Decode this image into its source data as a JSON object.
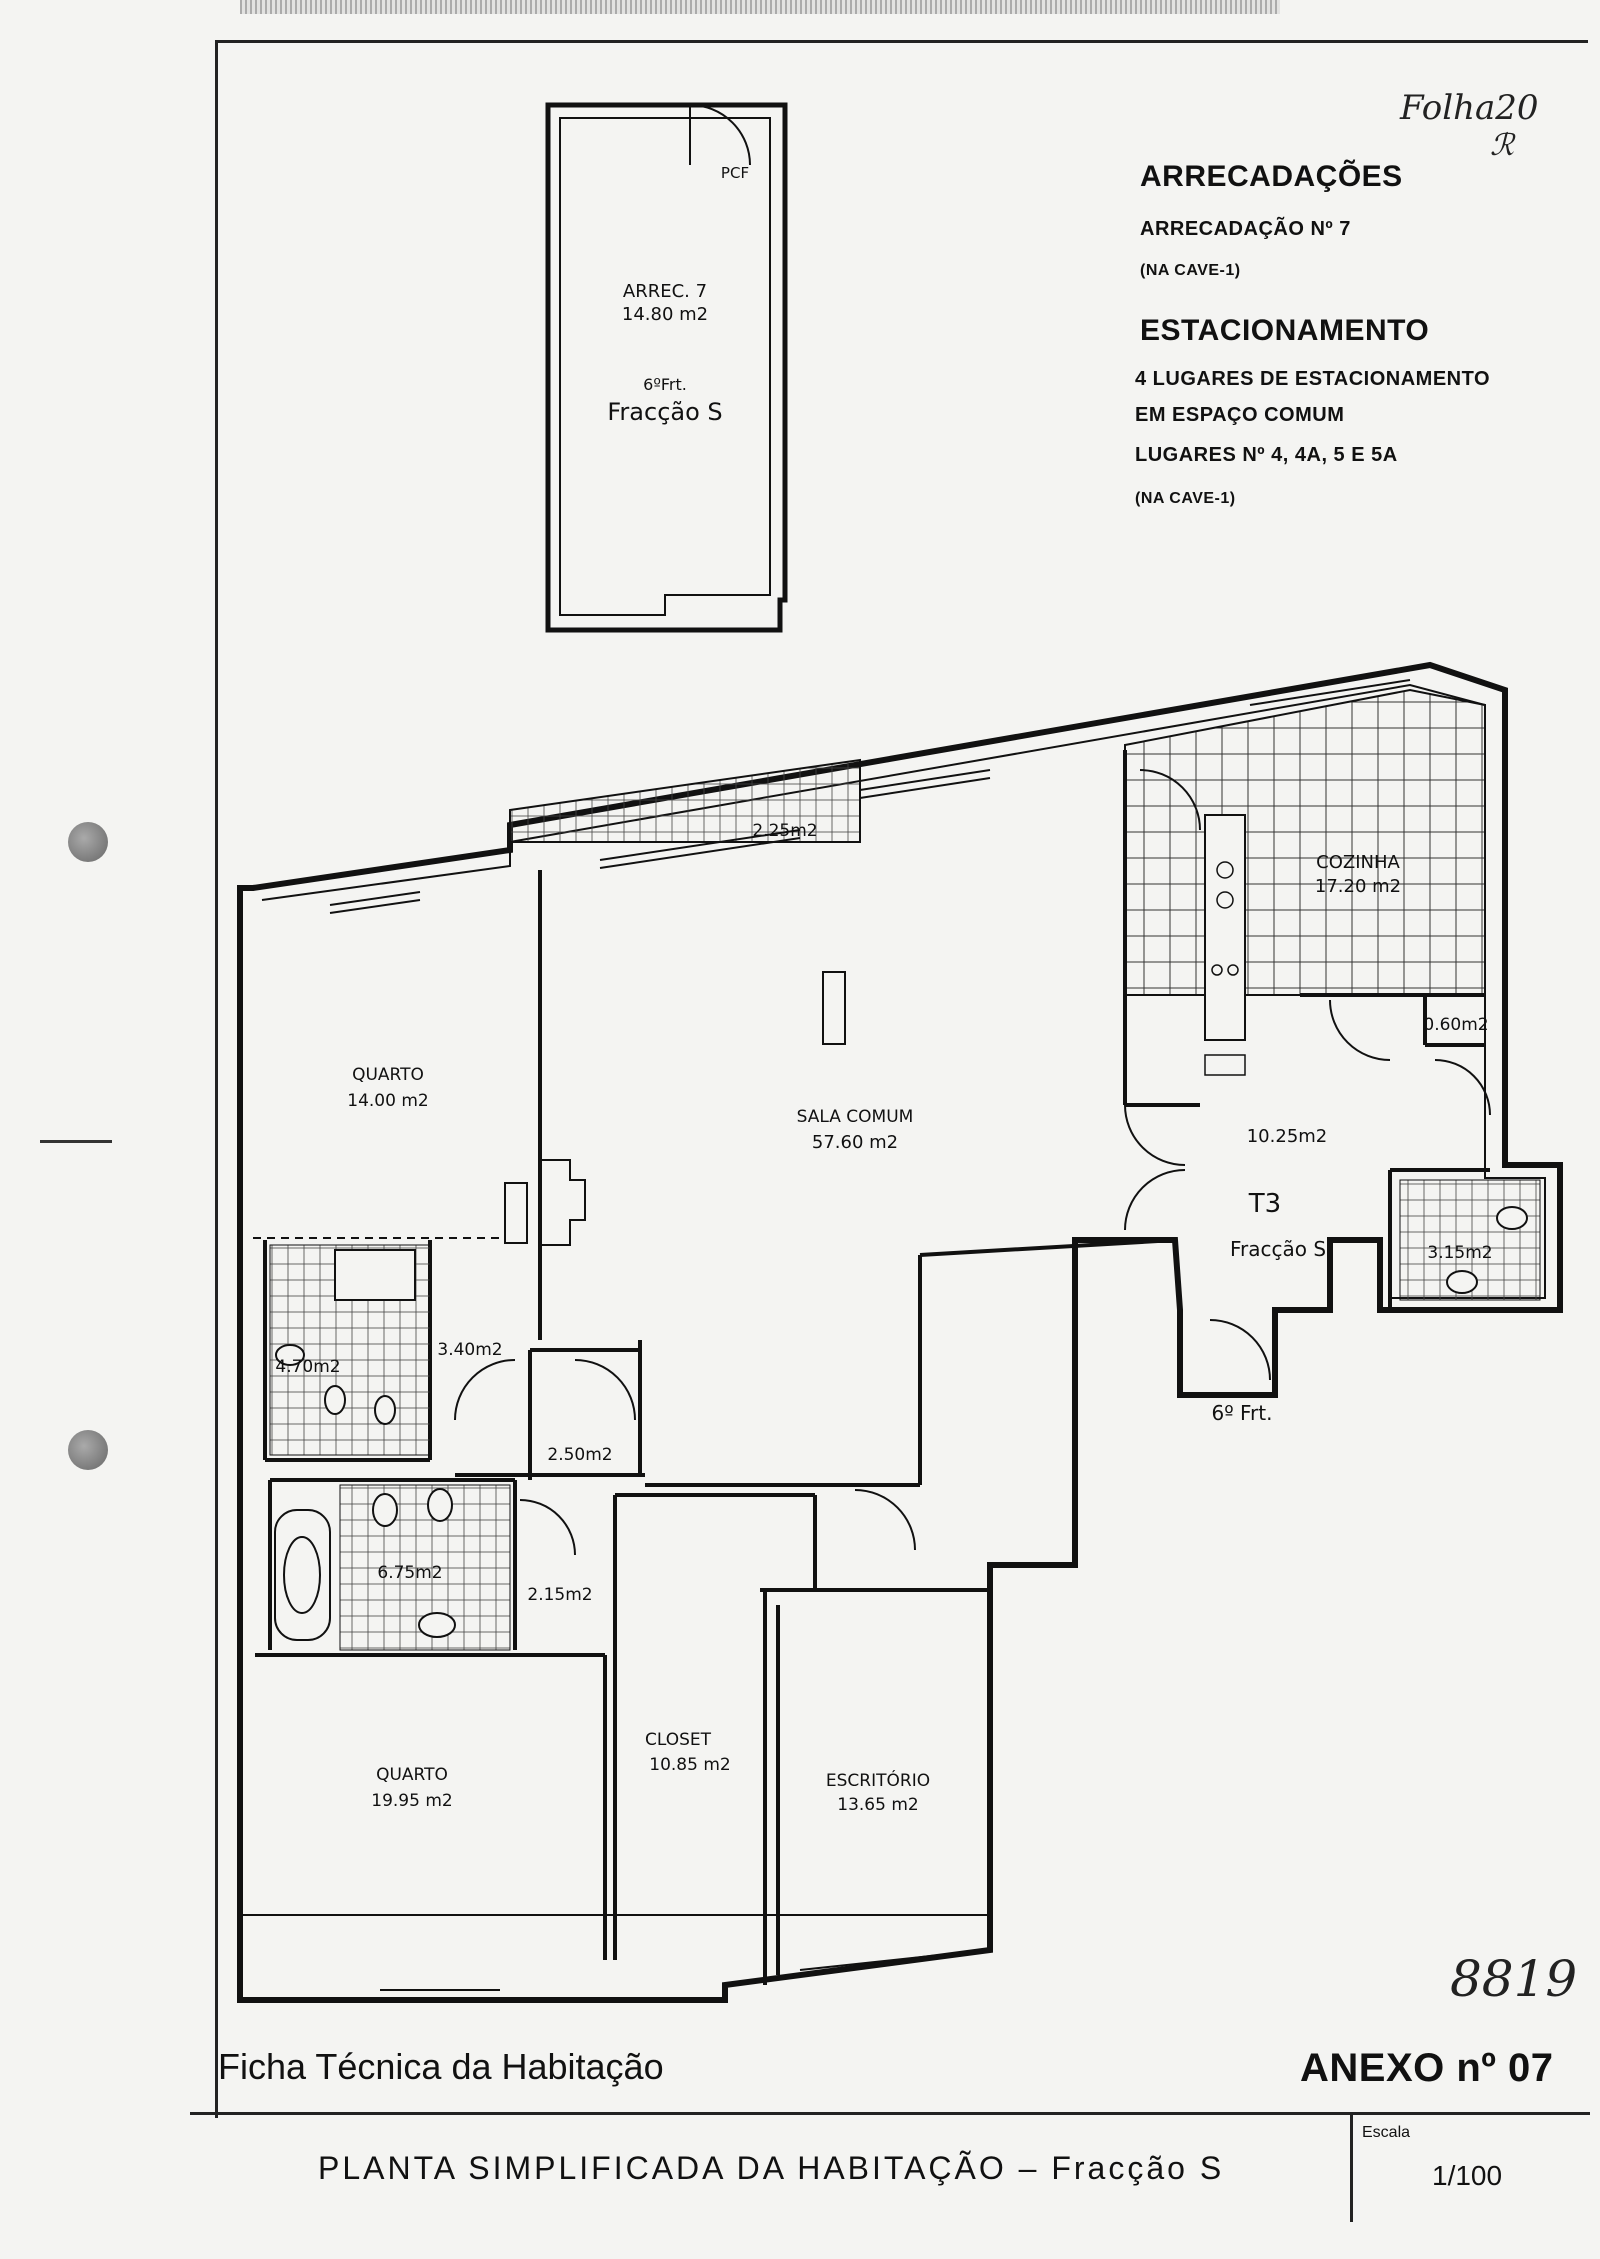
{
  "handwritten": {
    "folha": "Folha20",
    "initial": "ℛ",
    "number": "8819"
  },
  "legend": {
    "arrecadacoes_title": "ARRECADAÇÕES",
    "arrecadacao_line": "ARRECADAÇÃO Nº 7",
    "arrecadacao_loc": "(NA CAVE-1)",
    "estacionamento_title": "ESTACIONAMENTO",
    "estac_line1": "4 LUGARES DE ESTACIONAMENTO",
    "estac_line2": "EM ESPAÇO COMUM",
    "estac_line3": "LUGARES Nº 4, 4A, 5 E 5A",
    "estac_loc": "(NA CAVE-1)"
  },
  "storage": {
    "door": "PCF",
    "name": "ARREC. 7",
    "area": "14.80 m2",
    "floor": "6ºFrt.",
    "fraction": "Fracção S"
  },
  "rooms": {
    "cozinha_name": "COZINHA",
    "cozinha_area": "17.20 m2",
    "varanda_area": "2.25m2",
    "sala_name": "SALA COMUM",
    "sala_area": "57.60 m2",
    "quarto1_name": "QUARTO",
    "quarto1_area": "14.00 m2",
    "quarto2_name": "QUARTO",
    "quarto2_area": "19.95 m2",
    "closet_name": "CLOSET",
    "closet_area": "10.85 m2",
    "escritorio_name": "ESCRITÓRIO",
    "escritorio_area": "13.65 m2",
    "hall_area": "10.25m2",
    "despensa_area": "0.60m2",
    "wc_social_area": "3.15m2",
    "wc1_area": "4.70m2",
    "corr1_area": "3.40m2",
    "corr2_area": "2.50m2",
    "wc2_area": "6.75m2",
    "corr3_area": "2.15m2",
    "typology": "T3",
    "fraction": "Fracção S",
    "floor": "6º Frt."
  },
  "footer": {
    "left_title": "Ficha Técnica da Habitação",
    "annex": "ANEXO nº 07",
    "plan_title": "PLANTA SIMPLIFICADA DA HABITAÇÃO  –  Fracção S",
    "scale_label": "Escala",
    "scale_value": "1/100"
  }
}
